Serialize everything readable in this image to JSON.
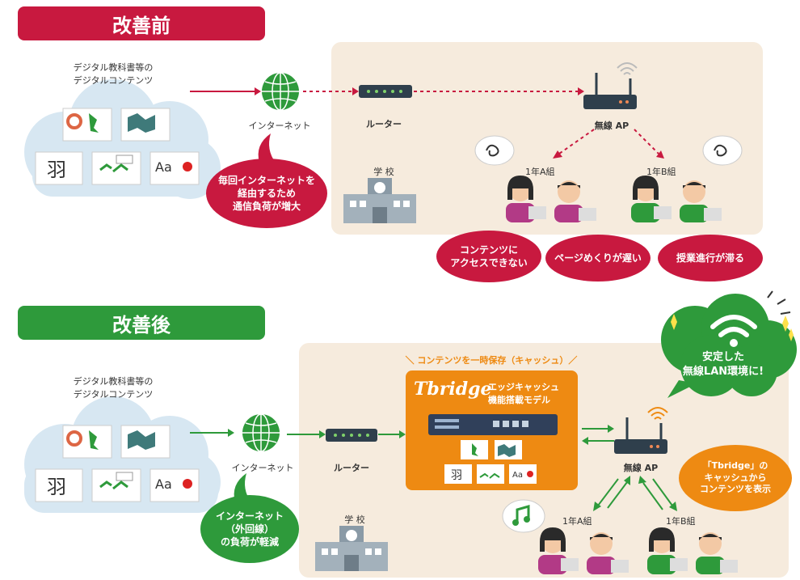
{
  "before": {
    "title": "改善前",
    "content_label_1": "デジタル教科書等の",
    "content_label_2": "デジタルコンテンツ",
    "internet": "インターネット",
    "router": "ルーター",
    "school": "学 校",
    "ap": "無線 AP",
    "class_a": "1年A組",
    "class_b": "1年B組",
    "load_bubble": [
      "毎回インターネットを",
      "経由するため",
      "通信負荷が増大"
    ],
    "issue_1": [
      "コンテンツに",
      "アクセスできない"
    ],
    "issue_2": "ページめくりが遅い",
    "issue_3": "授業進行が滞る"
  },
  "after": {
    "title": "改善後",
    "content_label_1": "デジタル教科書等の",
    "content_label_2": "デジタルコンテンツ",
    "internet": "インターネット",
    "router": "ルーター",
    "school": "学 校",
    "ap": "無線 AP",
    "class_a": "1年A組",
    "class_b": "1年B組",
    "cache_caption": "＼ コンテンツを一時保存（キャッシュ）／",
    "tbridge_logo": "Tbridge",
    "tbridge_model_1": "エッジキャッシュ",
    "tbridge_model_2": "機能搭載モデル",
    "load_bubble": [
      "インターネット",
      "（外回線）",
      "の負荷が軽減"
    ],
    "stable_bubble": [
      "安定した",
      "無線LAN環境に!"
    ],
    "cache_bubble": [
      "「Tbridge」の",
      "キャッシュから",
      "コンテンツを表示"
    ]
  },
  "colors": {
    "before_accent": "#c8193f",
    "after_accent": "#2e9a3b",
    "panel": "#f6ebdd",
    "cloud": "#d7e7f2",
    "orange": "#ee8a12"
  }
}
